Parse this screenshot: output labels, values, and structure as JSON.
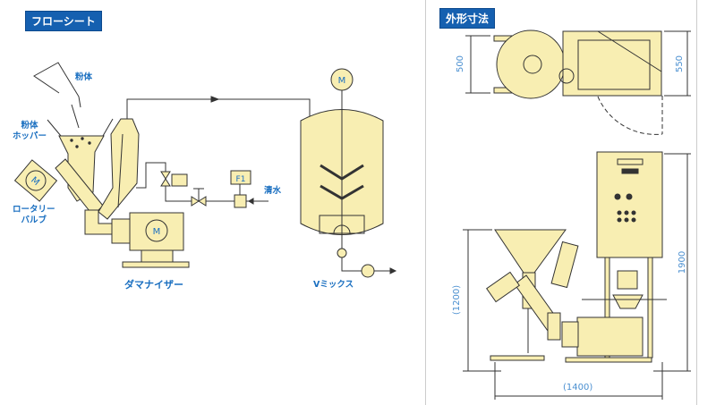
{
  "flow_sheet": {
    "title": "フローシート",
    "labels": {
      "powder": "粉体",
      "powder_hopper_1": "粉体",
      "powder_hopper_2": "ホッパー",
      "rotary_valve_1": "ロータリー",
      "rotary_valve_2": "バルブ",
      "damanizer": "ダマナイザー",
      "v_mix": "Vミックス",
      "clean_water": "清水",
      "flow_indicator": "F1",
      "motor": "M"
    }
  },
  "dimensions": {
    "title": "外形寸法",
    "top_width": "500",
    "top_depth": "550",
    "height_hopper": "(1200)",
    "height_total": "1900",
    "length": "(1400)"
  },
  "colors": {
    "fill": "#f8eeb2",
    "accent": "#1560b0",
    "label": "#1a6fc0"
  }
}
